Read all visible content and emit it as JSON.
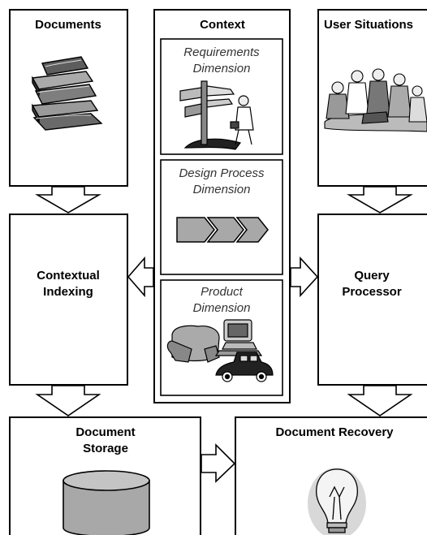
{
  "boxes": {
    "documents": "Documents",
    "context": "Context",
    "user_situations": "User Situations",
    "contextual_indexing": [
      "Contextual",
      "Indexing"
    ],
    "query_processor": [
      "Query",
      "Processor"
    ],
    "document_storage": [
      "Document",
      "Storage"
    ],
    "document_recovery": "Document Recovery"
  },
  "dimensions": {
    "requirements": [
      "Requirements",
      "Dimension"
    ],
    "design_process": [
      "Design Process",
      "Dimension"
    ],
    "product": [
      "Product",
      "Dimension"
    ]
  },
  "icons": {
    "documents": "book-stack-icon",
    "requirements": "signpost-person-icon",
    "design_process": "process-chevrons-icon",
    "product": "armchair-computer-car-icon",
    "user_situations": "meeting-people-icon",
    "storage": "database-cylinder-icon",
    "recovery": "lightbulb-icon"
  }
}
